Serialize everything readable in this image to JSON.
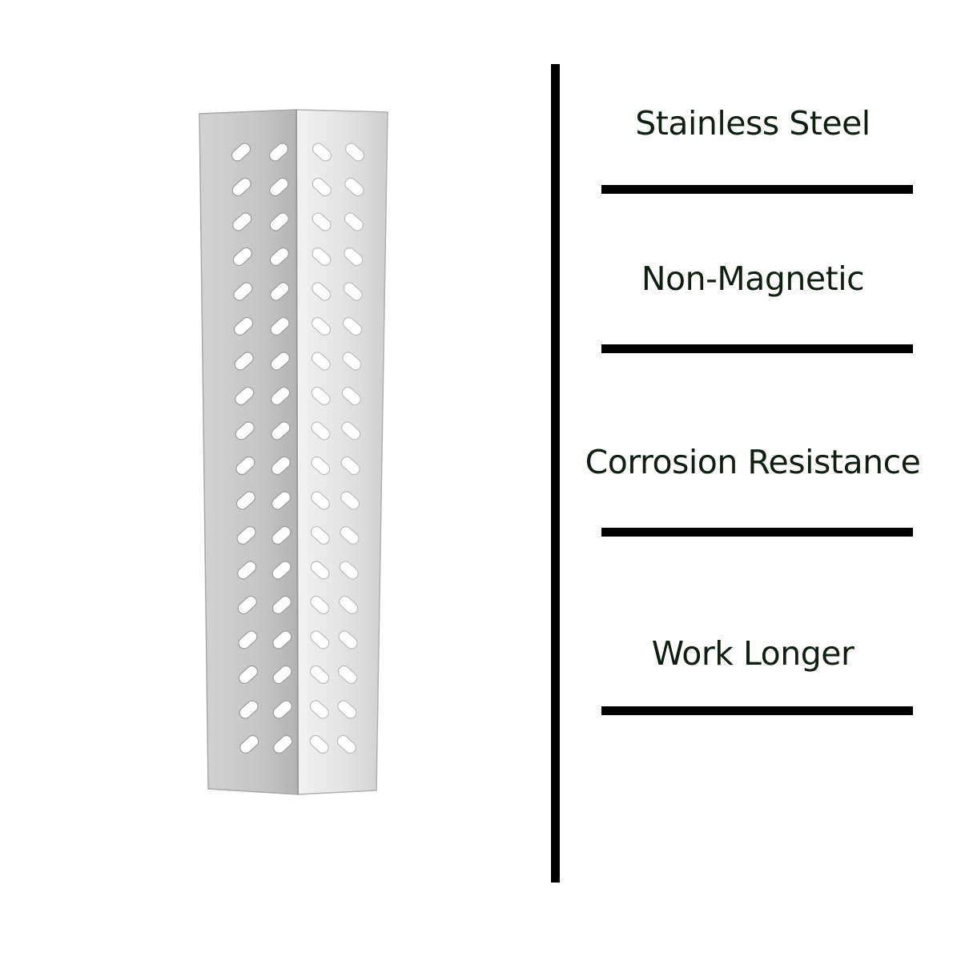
{
  "product": {
    "description_icon": "perforated-stainless-steel-heat-plate",
    "metal_light": "#e6e6e6",
    "metal_dark": "#b8b8b8"
  },
  "features": [
    {
      "label": "Stainless Steel"
    },
    {
      "label": "Non-Magnetic"
    },
    {
      "label": "Corrosion Resistance"
    },
    {
      "label": "Work Longer"
    }
  ],
  "colors": {
    "text": "#0f2010",
    "rules": "#000000",
    "background": "#ffffff"
  }
}
